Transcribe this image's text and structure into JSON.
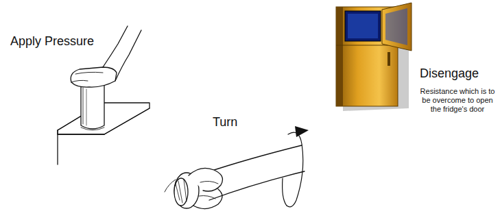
{
  "diagram": {
    "labels": [
      "Apply Pressure",
      "Turn",
      "Disengage",
      "Resistance which is to be overcome to open the fridge's door"
    ]
  }
}
